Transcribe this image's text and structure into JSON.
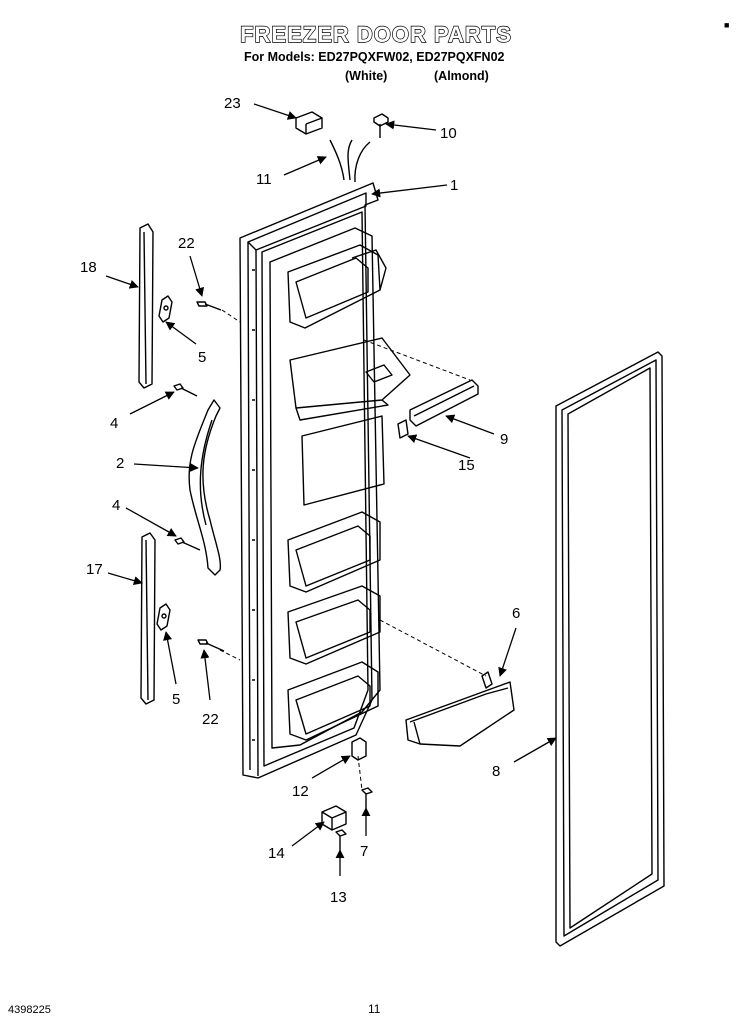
{
  "header": {
    "title": "FREEZER DOOR PARTS",
    "models_line": "For Models: ED27PQXFW02, ED27PQXFN02",
    "color_white": "(White)",
    "color_almond": "(Almond)"
  },
  "callouts": {
    "c1": "1",
    "c2": "2",
    "c4a": "4",
    "c4b": "4",
    "c5a": "5",
    "c5b": "5",
    "c6": "6",
    "c7": "7",
    "c8": "8",
    "c9": "9",
    "c10": "10",
    "c11": "11",
    "c12": "12",
    "c13": "13",
    "c14": "14",
    "c15": "15",
    "c17": "17",
    "c18": "18",
    "c22a": "22",
    "c22b": "22",
    "c23": "23"
  },
  "footer": {
    "diagram_id": "4398225",
    "page_number": "11"
  }
}
